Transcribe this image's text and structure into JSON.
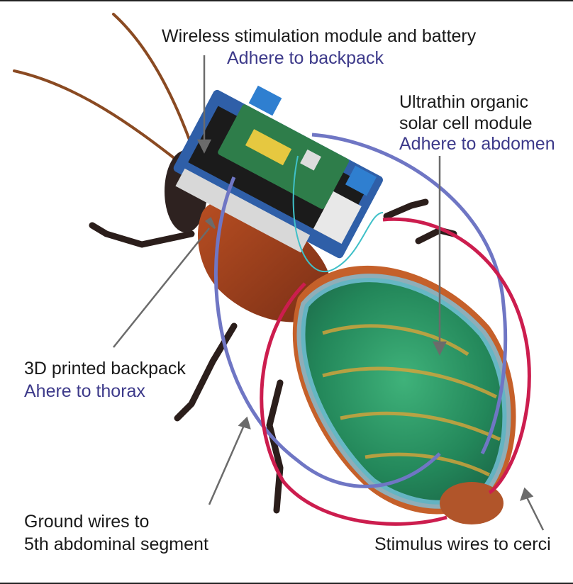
{
  "labels": {
    "wireless": {
      "title": "Wireless stimulation module and battery",
      "sub": "Adhere to backpack"
    },
    "solar": {
      "line1": "Ultrathin organic",
      "line2": "solar cell module",
      "sub": "Adhere to abdomen"
    },
    "backpack": {
      "title": "3D printed backpack",
      "sub": "Ahere to thorax"
    },
    "ground": {
      "line1": "Ground wires to",
      "line2": "5th abdominal segment"
    },
    "stimulus": {
      "title": "Stimulus wires to cerci"
    }
  },
  "colors": {
    "ground_wire": "#6f76c4",
    "stimulus_wire": "#cc1d4e",
    "solar_cell": "#2f9e6e",
    "solar_edge": "#7cc8e8",
    "pcb": "#2e7d4a",
    "board_blue": "#2f5fa8",
    "body_dark": "#2a1d1a",
    "body_orange": "#c5602a"
  }
}
